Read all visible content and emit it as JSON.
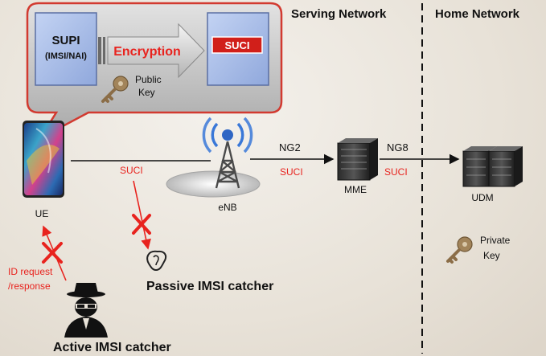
{
  "sections": {
    "serving": "Serving Network",
    "home": "Home Network"
  },
  "callout": {
    "supi_title": "SUPI",
    "supi_sub": "(IMSI/NAI)",
    "encryption": "Encryption",
    "suci_box": "SUCI",
    "public_key_line1": "Public",
    "public_key_line2": "Key"
  },
  "nodes": {
    "ue": "UE",
    "enb": "eNB",
    "mme": "MME",
    "udm": "UDM"
  },
  "links": {
    "ue_enb_suci": "SUCI",
    "ng2": "NG2",
    "enb_mme_suci": "SUCI",
    "ng8": "NG8",
    "mme_udm_suci": "SUCI"
  },
  "private_key": {
    "line1": "Private",
    "line2": "Key"
  },
  "attackers": {
    "passive": "Passive IMSI catcher",
    "active": "Active IMSI catcher",
    "id_request_line1": "ID request",
    "id_request_line2": "/response"
  },
  "colors": {
    "red": "#e8231e",
    "box_blue": "#a9bde8",
    "callout_gray": "#c9c9c9",
    "callout_border": "#d23a30"
  }
}
